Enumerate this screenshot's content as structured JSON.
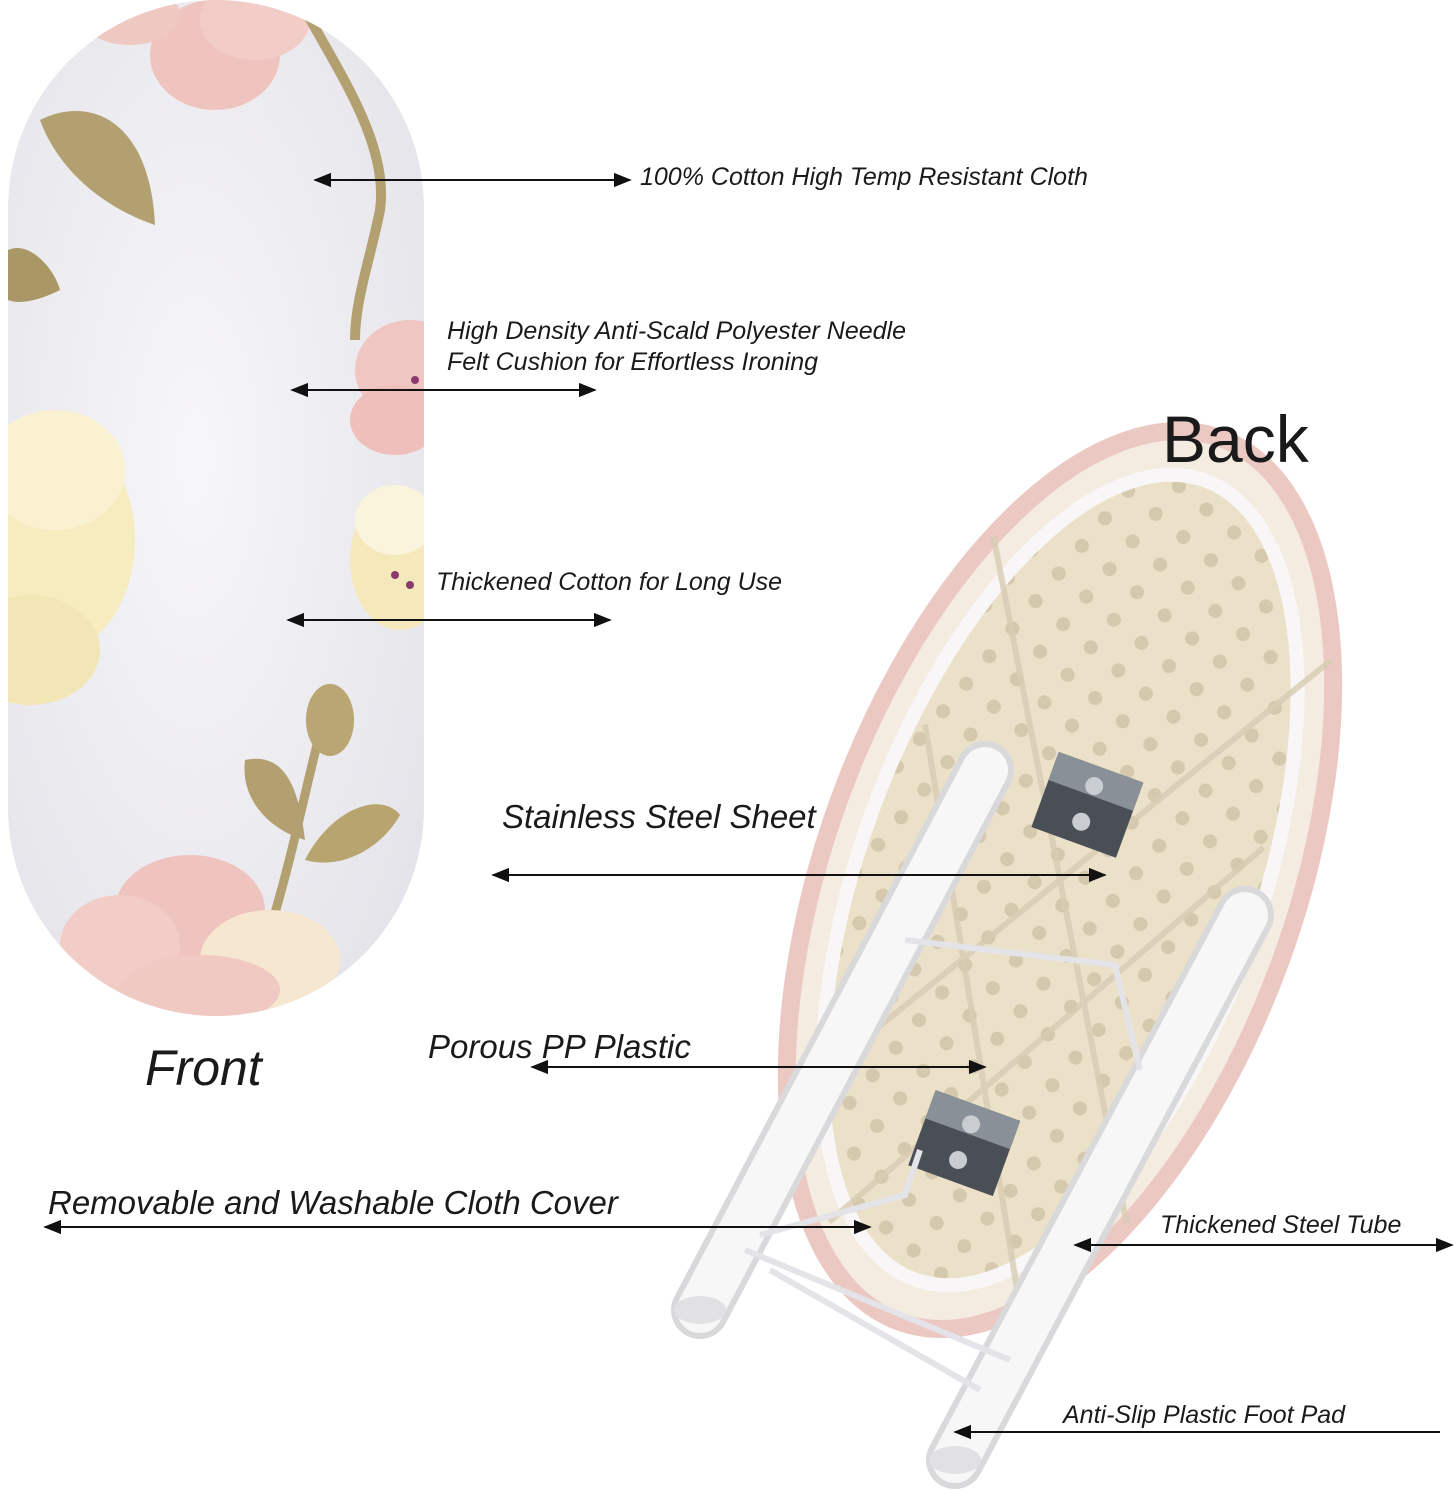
{
  "views": {
    "front_label": "Front",
    "back_label": "Back"
  },
  "callouts": {
    "cloth": "100% Cotton High Temp Resistant Cloth",
    "felt_line1": "High Density Anti-Scald Polyester Needle",
    "felt_line2": "Felt Cushion for Effortless Ironing",
    "thickened_cotton": "Thickened Cotton for Long Use",
    "steel_sheet": "Stainless Steel Sheet",
    "pp_plastic": "Porous PP Plastic",
    "cloth_cover": "Removable and Washable Cloth Cover",
    "steel_tube": "Thickened Steel Tube",
    "foot_pad": "Anti-Slip Plastic Foot Pad"
  },
  "colors": {
    "cover_white": "#f4f3f6",
    "petal_pink": "#efc4bf",
    "petal_cream": "#f6ecc0",
    "leaf_gold": "#b2a070",
    "plastic_beige": "#ece2cb",
    "frame_white": "#f7f7f7",
    "line_black": "#111111"
  }
}
